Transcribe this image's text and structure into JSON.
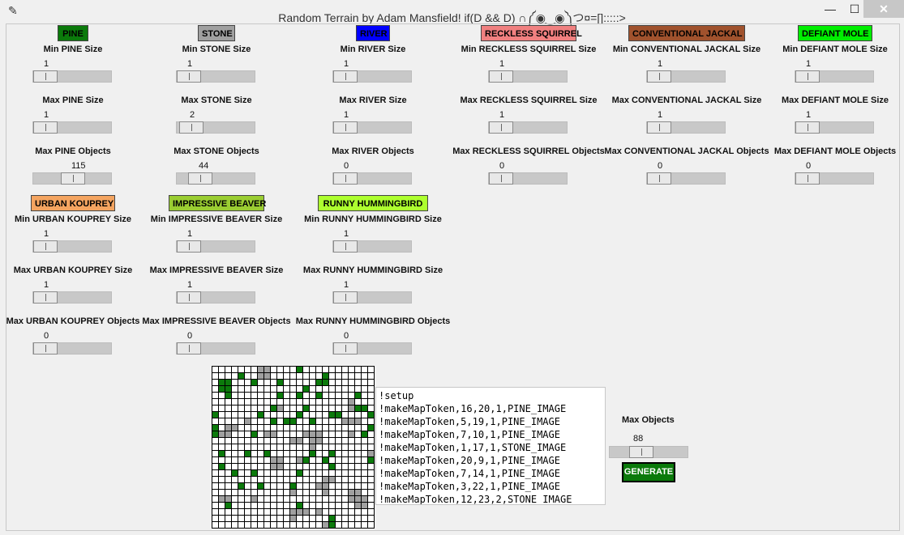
{
  "window": {
    "title": "Random Terrain by Adam Mansfield! if(D && D) ∩༼◉‿◉༽つ¤=[]:::::>",
    "app_icon": "feather-icon",
    "minimize_glyph": "—",
    "maximize_glyph": "☐",
    "close_glyph": "✕"
  },
  "groups": [
    {
      "key": "pine",
      "name": "PINE",
      "bg": "#0b7a0b",
      "fg": "#000000",
      "min_label": "Min PINE Size",
      "min": 1,
      "max_label": "Max PINE Size",
      "max": 1,
      "obj_label": "Max PINE Objects",
      "objects": 115,
      "obj_frac": 0.5
    },
    {
      "key": "stone",
      "name": "STONE",
      "bg": "#a0a0a0",
      "fg": "#000000",
      "min_label": "Min STONE Size",
      "min": 1,
      "max_label": "Max STONE Size",
      "max": 2,
      "max_frac": 0.05,
      "obj_label": "Max STONE Objects",
      "objects": 44,
      "obj_frac": 0.2
    },
    {
      "key": "river",
      "name": "RIVER",
      "bg": "#0000ff",
      "fg": "#000000",
      "min_label": "Min RIVER Size",
      "min": 1,
      "max_label": "Max RIVER Size",
      "max": 1,
      "obj_label": "Max RIVER Objects",
      "objects": 0,
      "obj_frac": 0
    },
    {
      "key": "reckless_squirrel",
      "name": "RECKLESS SQUIRREL",
      "bg": "#f08080",
      "fg": "#000000",
      "min_label": "Min RECKLESS SQUIRREL Size",
      "min": 1,
      "max_label": "Max RECKLESS SQUIRREL Size",
      "max": 1,
      "obj_label": "Max RECKLESS SQUIRREL Objects",
      "objects": 0,
      "obj_frac": 0
    },
    {
      "key": "conventional_jackal",
      "name": "CONVENTIONAL JACKAL",
      "bg": "#a0522d",
      "fg": "#000000",
      "min_label": "Min CONVENTIONAL JACKAL Size",
      "min": 1,
      "max_label": "Max CONVENTIONAL JACKAL Size",
      "max": 1,
      "obj_label": "Max CONVENTIONAL JACKAL Objects",
      "objects": 0,
      "obj_frac": 0
    },
    {
      "key": "defiant_mole",
      "name": "DEFIANT MOLE",
      "bg": "#00ee00",
      "fg": "#000000",
      "min_label": "Min DEFIANT MOLE Size",
      "min": 1,
      "max_label": "Max DEFIANT MOLE Size",
      "max": 1,
      "obj_label": "Max DEFIANT MOLE Objects",
      "objects": 0,
      "obj_frac": 0
    },
    {
      "key": "urban_kouprey",
      "name": "URBAN KOUPREY",
      "bg": "#f4a460",
      "fg": "#000000",
      "min_label": "Min URBAN KOUPREY Size",
      "min": 1,
      "max_label": "Max URBAN KOUPREY Size",
      "max": 1,
      "obj_label": "Max URBAN KOUPREY Objects",
      "objects": 0,
      "obj_frac": 0
    },
    {
      "key": "impressive_beaver",
      "name": "IMPRESSIVE BEAVER",
      "bg": "#9acd32",
      "fg": "#000000",
      "min_label": "Min IMPRESSIVE BEAVER Size",
      "min": 1,
      "max_label": "Max IMPRESSIVE BEAVER Size",
      "max": 1,
      "obj_label": "Max IMPRESSIVE BEAVER Objects",
      "objects": 0,
      "obj_frac": 0
    },
    {
      "key": "runny_hummingbird",
      "name": "RUNNY HUMMINGBIRD",
      "bg": "#adff2f",
      "fg": "#000000",
      "min_label": "Min RUNNY HUMMINGBIRD Size",
      "min": 1,
      "max_label": "Max RUNNY HUMMINGBIRD Size",
      "max": 1,
      "obj_label": "Max RUNNY HUMMINGBIRD Objects",
      "objects": 0,
      "obj_frac": 0
    }
  ],
  "output_lines": [
    "!setup",
    "!makeMapToken,16,20,1,PINE_IMAGE",
    "!makeMapToken,5,19,1,PINE_IMAGE",
    "!makeMapToken,7,10,1,PINE_IMAGE",
    "!makeMapToken,1,17,1,STONE_IMAGE",
    "!makeMapToken,20,9,1,PINE_IMAGE",
    "!makeMapToken,7,14,1,PINE_IMAGE",
    "!makeMapToken,3,22,1,PINE_IMAGE",
    "!makeMapToken,12,23,2,STONE_IMAGE"
  ],
  "global": {
    "max_objects_label": "Max Objects",
    "max_objects": 88,
    "max_objects_frac": 0.35,
    "generate_label": "GENERATE"
  },
  "map": {
    "cols": 25,
    "rows": 25,
    "colors": {
      "pine": "#0b7a0b",
      "stone": "#a0a0a0",
      "empty": "#ffffff"
    },
    "rows_data": [
      "0000000SS0000P00000000000",
      "0000P00SS00000000P0000000",
      "0PP000P000P00000PP0000000",
      "0PP00000000000P0000000000",
      "00P0000000P00P00P00000P00",
      "000000000000000000000S000",
      "000000000PS000P000000SPP0",
      "P000000P00000P0000PP0000P",
      "00000S000P0PP00P0000SSS00",
      "P0SS00000000000000000000P",
      "PSS000P0SS0000SSS0000S0P0",
      "000000000000SS0SS00000000",
      "000000000000000S000000000",
      "0P000P00P000000P00P00000S",
      "000000000SS00SP00P000000P",
      "0P0000000SS0000000P000000",
      "000P00P000000P00000000000",
      "00000000000000000SS000000",
      "0000P00P0000P000SS0000000",
      "000000000000S0000S000SS00",
      "0SS000S00000000000000SSS0",
      "00P0000000000P00000000SS0",
      "000000000000SSS0S00000000",
      "000000000000S00000P000000",
      "00000000000000000SP000000"
    ]
  }
}
